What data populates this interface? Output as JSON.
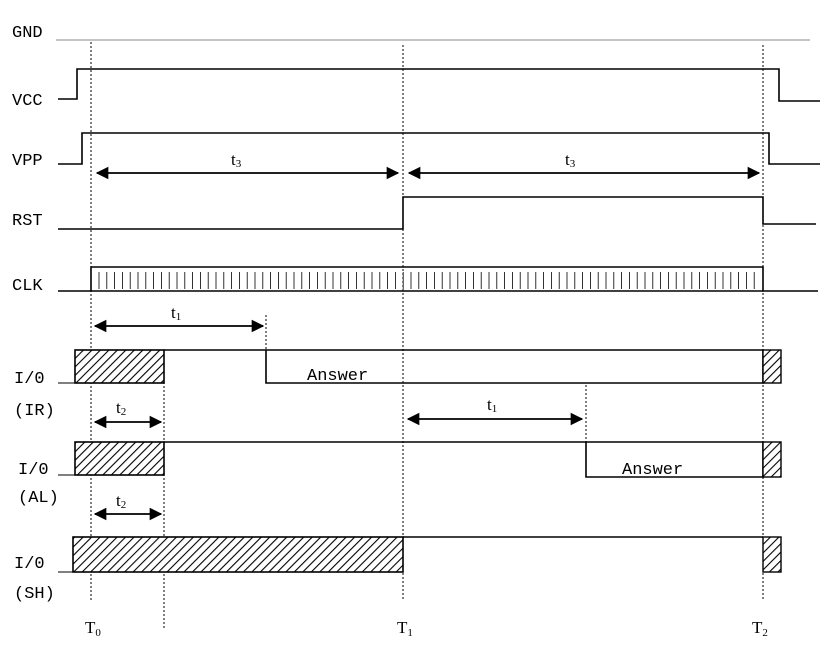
{
  "signals": {
    "gnd": "GND",
    "vcc": "VCC",
    "vpp": "VPP",
    "rst": "RST",
    "clk": "CLK",
    "io_ir": "I/0",
    "io_ir_mode": "(IR)",
    "io_al": "I/0",
    "io_al_mode": "(AL)",
    "io_sh": "I/0",
    "io_sh_mode": "(SH)"
  },
  "timing": {
    "t3_a": {
      "main": "t",
      "sub": "3"
    },
    "t3_b": {
      "main": "t",
      "sub": "3"
    },
    "t1_a": {
      "main": "t",
      "sub": "1"
    },
    "t1_b": {
      "main": "t",
      "sub": "1"
    },
    "t2_a": {
      "main": "t",
      "sub": "2"
    },
    "t2_b": {
      "main": "t",
      "sub": "2"
    }
  },
  "answers": {
    "ir": "Answer",
    "al": "Answer"
  },
  "time_marks": {
    "t0": {
      "main": "T",
      "sub": "0"
    },
    "t1": {
      "main": "T",
      "sub": "1"
    },
    "t2": {
      "main": "T",
      "sub": "2"
    }
  }
}
